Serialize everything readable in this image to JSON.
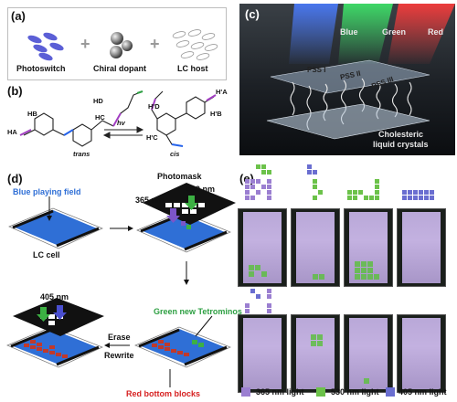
{
  "panels": {
    "a": "(a)",
    "b": "(b)",
    "c": "(c)",
    "d": "(d)",
    "e": "(e)"
  },
  "panel_a": {
    "items": [
      "Photoswitch",
      "Chiral dopant",
      "LC host"
    ],
    "plus": "+"
  },
  "panel_b": {
    "left_label": "trans",
    "right_label": "cis",
    "arrow_label": "hv",
    "h_left": {
      "ha": "HA",
      "hb": "HB",
      "hc": "HC",
      "hd": "HD"
    },
    "h_right": {
      "ha": "H'A",
      "hb": "H'B",
      "hc": "H'C",
      "hd": "H'D"
    }
  },
  "panel_c": {
    "lights": [
      "Blue",
      "Green",
      "Red"
    ],
    "pss": [
      "PSS I",
      "PSS II",
      "PSS III"
    ],
    "caption_line1": "Cholesteric",
    "caption_line2": "liquid crystals"
  },
  "panel_d": {
    "photomask": "Photomask",
    "blue_field": "Blue playing field",
    "lc_cell": "LC cell",
    "nm365": "365 nm",
    "nm530": "530 nm",
    "nm405": "405 nm",
    "green_tetrominos": "Green new Tetrominos",
    "red_blocks": "Red bottom blocks",
    "erase": "Erase",
    "rewrite": "Rewrite"
  },
  "panel_e": {
    "legend": [
      "365 nm light",
      "530 nm light",
      "405 nm light"
    ]
  },
  "colors": {
    "purple": "#9b7fd1",
    "green": "#6cc24a",
    "blue": "#6a6ed0",
    "red_block": "#c0392b",
    "field_blue": "#2f6fd6",
    "green_text": "#2ea043",
    "red_text": "#d62020"
  }
}
